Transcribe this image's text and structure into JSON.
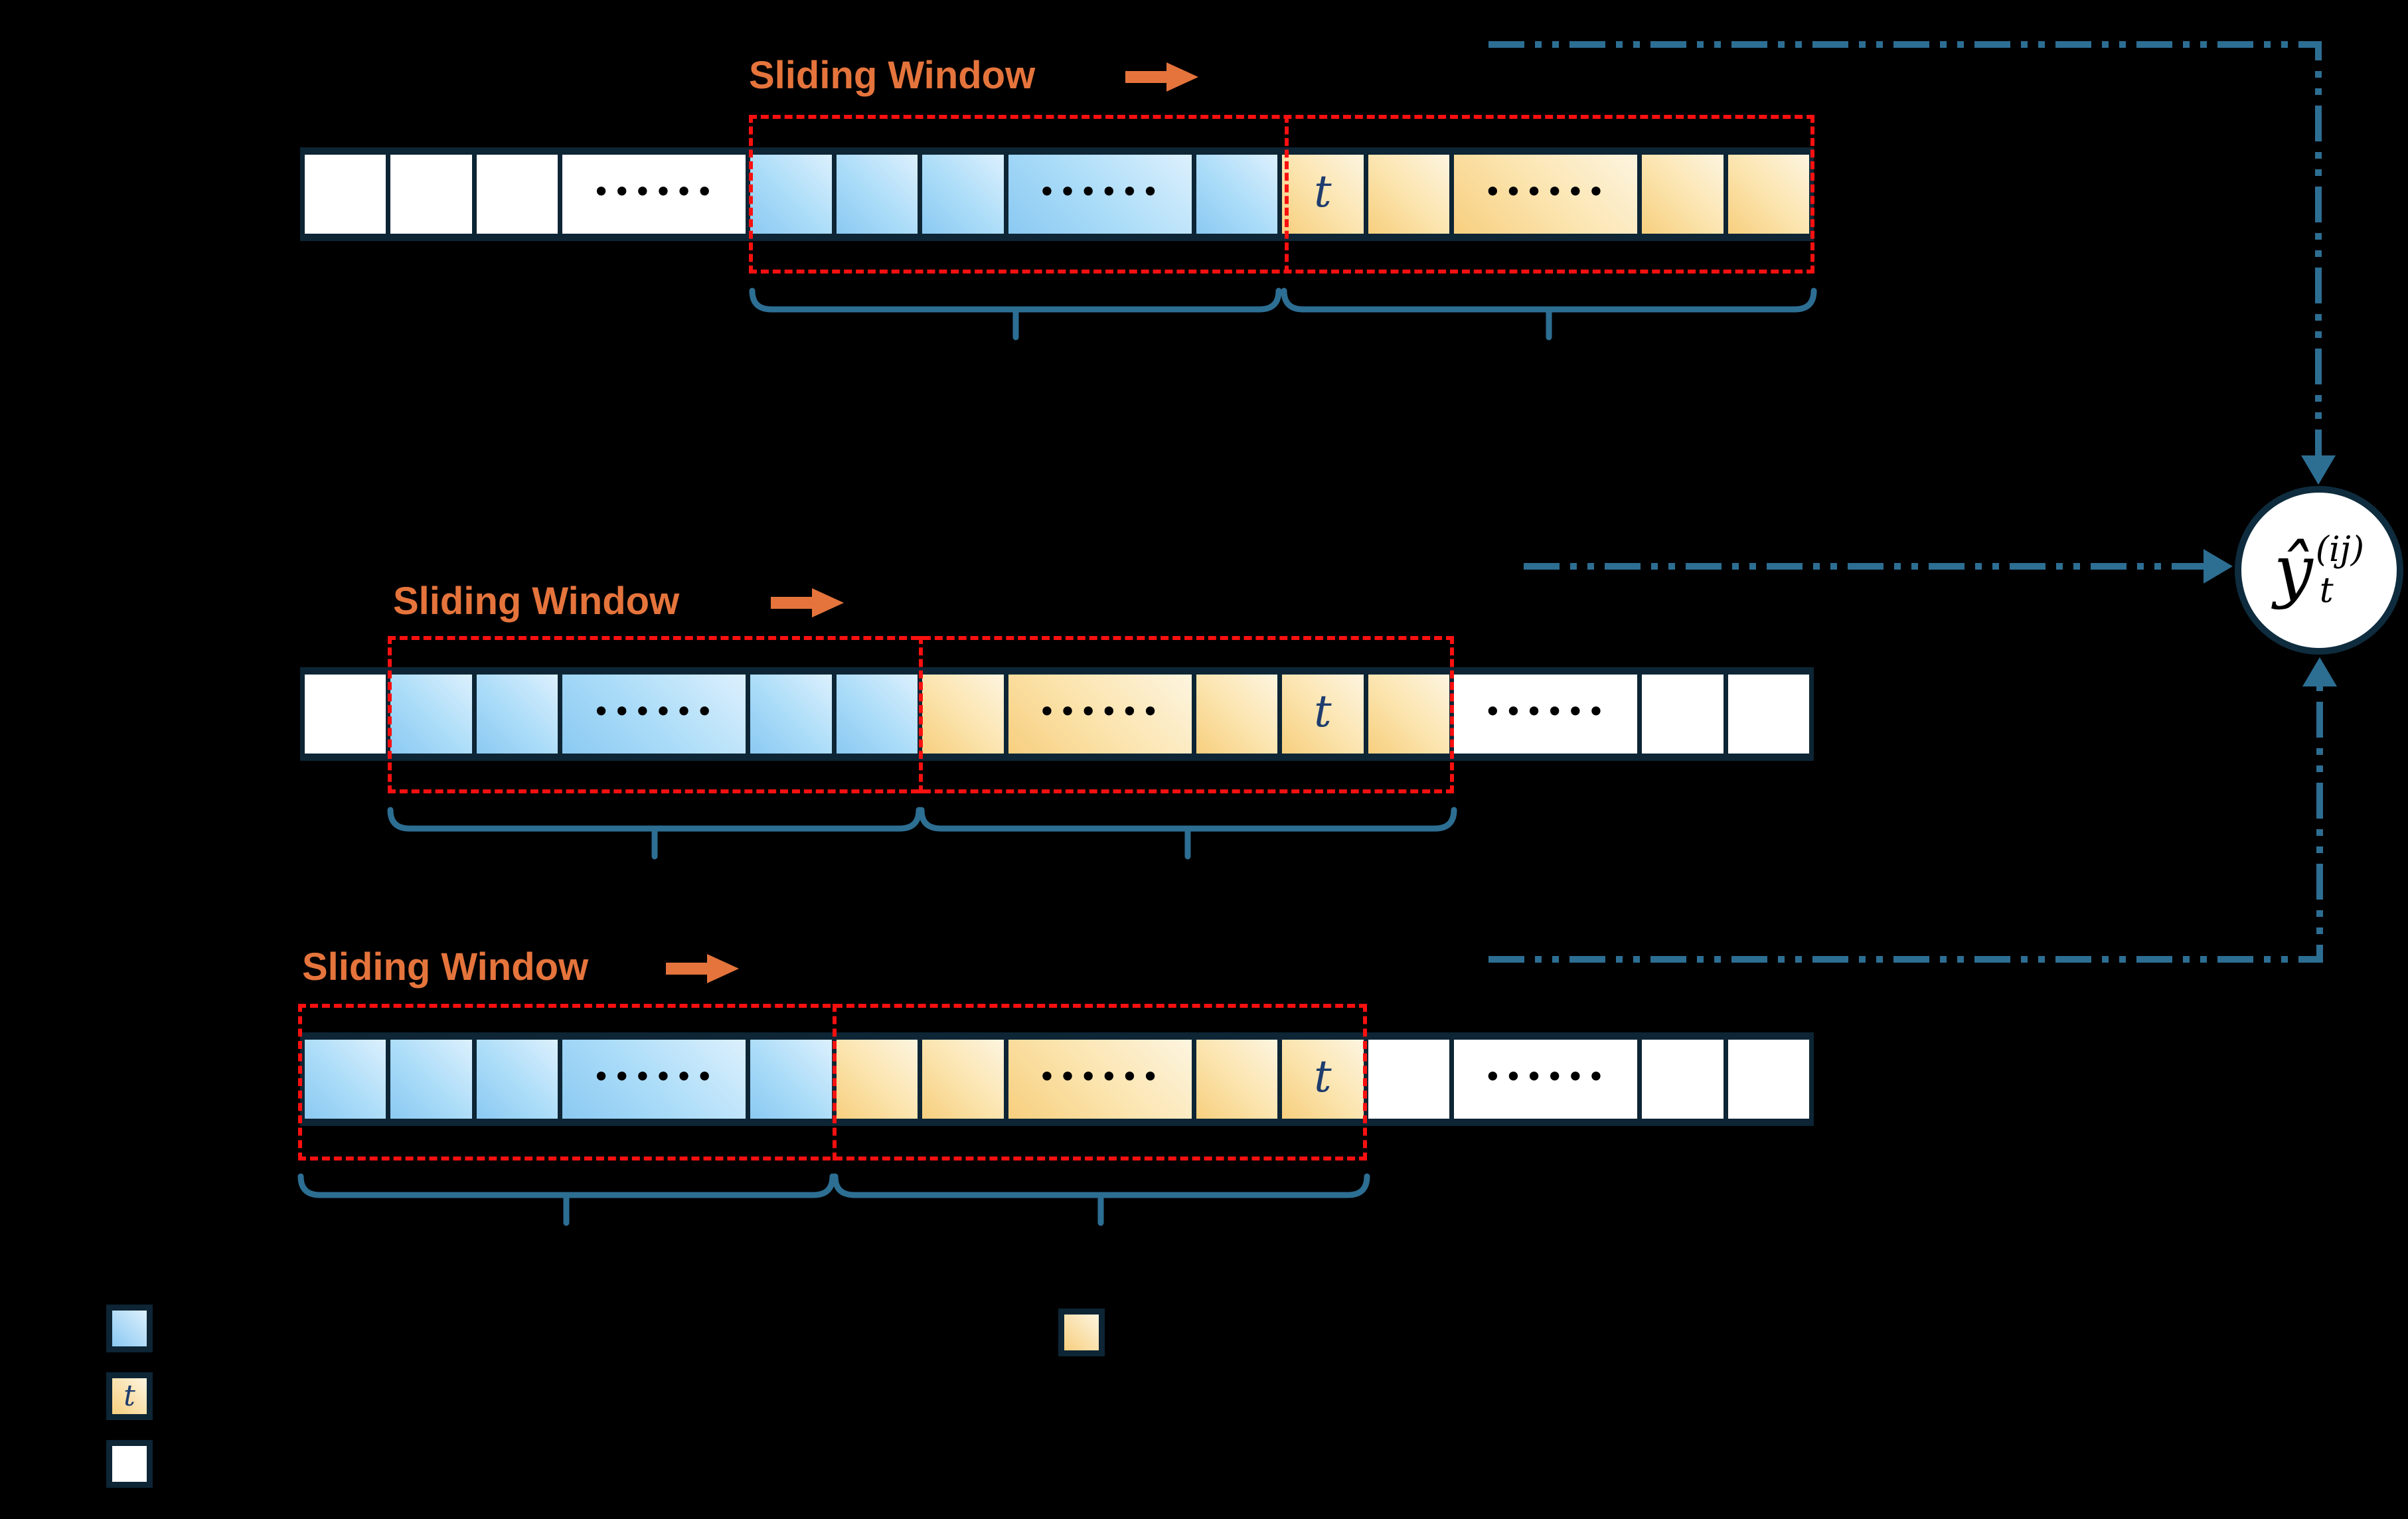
{
  "figure": {
    "description_labels": {
      "sliding_window": "Sliding Window"
    },
    "glyphs": {
      "t": "t",
      "dots": "••••••"
    },
    "rows": [
      {
        "name": "series-row-1",
        "label": "Sliding Window",
        "cells": [
          {
            "fill": "white",
            "size": "s",
            "glyph": ""
          },
          {
            "fill": "white",
            "size": "s",
            "glyph": ""
          },
          {
            "fill": "white",
            "size": "s",
            "glyph": ""
          },
          {
            "fill": "white",
            "size": "w",
            "glyph": "dots"
          },
          {
            "fill": "blue",
            "size": "s",
            "glyph": ""
          },
          {
            "fill": "blue",
            "size": "s",
            "glyph": ""
          },
          {
            "fill": "blue",
            "size": "s",
            "glyph": ""
          },
          {
            "fill": "blue",
            "size": "w",
            "glyph": "dots"
          },
          {
            "fill": "blue",
            "size": "s",
            "glyph": ""
          },
          {
            "fill": "yellow",
            "size": "s",
            "glyph": "t"
          },
          {
            "fill": "yellow",
            "size": "s",
            "glyph": ""
          },
          {
            "fill": "yellow",
            "size": "w",
            "glyph": "dots"
          },
          {
            "fill": "yellow",
            "size": "s",
            "glyph": ""
          },
          {
            "fill": "yellow",
            "size": "s",
            "glyph": ""
          }
        ]
      },
      {
        "name": "series-row-2",
        "label": "Sliding Window",
        "cells": [
          {
            "fill": "white",
            "size": "s",
            "glyph": ""
          },
          {
            "fill": "blue",
            "size": "s",
            "glyph": ""
          },
          {
            "fill": "blue",
            "size": "s",
            "glyph": ""
          },
          {
            "fill": "blue",
            "size": "w",
            "glyph": "dots"
          },
          {
            "fill": "blue",
            "size": "s",
            "glyph": ""
          },
          {
            "fill": "blue",
            "size": "s",
            "glyph": ""
          },
          {
            "fill": "yellow",
            "size": "s",
            "glyph": ""
          },
          {
            "fill": "yellow",
            "size": "w",
            "glyph": "dots"
          },
          {
            "fill": "yellow",
            "size": "s",
            "glyph": ""
          },
          {
            "fill": "yellow",
            "size": "s",
            "glyph": "t"
          },
          {
            "fill": "yellow",
            "size": "s",
            "glyph": ""
          },
          {
            "fill": "white",
            "size": "w",
            "glyph": "dots"
          },
          {
            "fill": "white",
            "size": "s",
            "glyph": ""
          },
          {
            "fill": "white",
            "size": "s",
            "glyph": ""
          }
        ]
      },
      {
        "name": "series-row-3",
        "label": "Sliding Window",
        "cells": [
          {
            "fill": "blue",
            "size": "s",
            "glyph": ""
          },
          {
            "fill": "blue",
            "size": "s",
            "glyph": ""
          },
          {
            "fill": "blue",
            "size": "s",
            "glyph": ""
          },
          {
            "fill": "blue",
            "size": "w",
            "glyph": "dots"
          },
          {
            "fill": "blue",
            "size": "s",
            "glyph": ""
          },
          {
            "fill": "yellow",
            "size": "s",
            "glyph": ""
          },
          {
            "fill": "yellow",
            "size": "s",
            "glyph": ""
          },
          {
            "fill": "yellow",
            "size": "w",
            "glyph": "dots"
          },
          {
            "fill": "yellow",
            "size": "s",
            "glyph": ""
          },
          {
            "fill": "yellow",
            "size": "s",
            "glyph": "t"
          },
          {
            "fill": "white",
            "size": "s",
            "glyph": ""
          },
          {
            "fill": "white",
            "size": "w",
            "glyph": "dots"
          },
          {
            "fill": "white",
            "size": "s",
            "glyph": ""
          },
          {
            "fill": "white",
            "size": "s",
            "glyph": ""
          }
        ]
      }
    ],
    "prediction_node": {
      "formula_main": "ŷ",
      "formula_superscript": "(ij)",
      "formula_subscript": "t"
    },
    "legend": {
      "items": [
        {
          "fill": "blue",
          "glyph": ""
        },
        {
          "fill": "yellow",
          "glyph": "t"
        },
        {
          "fill": "white",
          "glyph": ""
        },
        {
          "fill": "yellow",
          "glyph": ""
        }
      ]
    }
  },
  "colors": {
    "background": "#000000",
    "cell_border": "#0d2535",
    "blue_light": "#dcf0fd",
    "blue_mid": "#aadcf8",
    "blue_deep": "#8bc9f2",
    "yellow_light": "#fdf5e0",
    "yellow_mid": "#fbe3ab",
    "yellow_deep": "#f7cf7f",
    "white": "#ffffff",
    "red": "#fa1010",
    "orange": "#e5743c",
    "teal": "#2d6e93",
    "navy_text": "#1e3c6e",
    "circle_border": "#0e2c3e",
    "black_text": "#000000"
  }
}
